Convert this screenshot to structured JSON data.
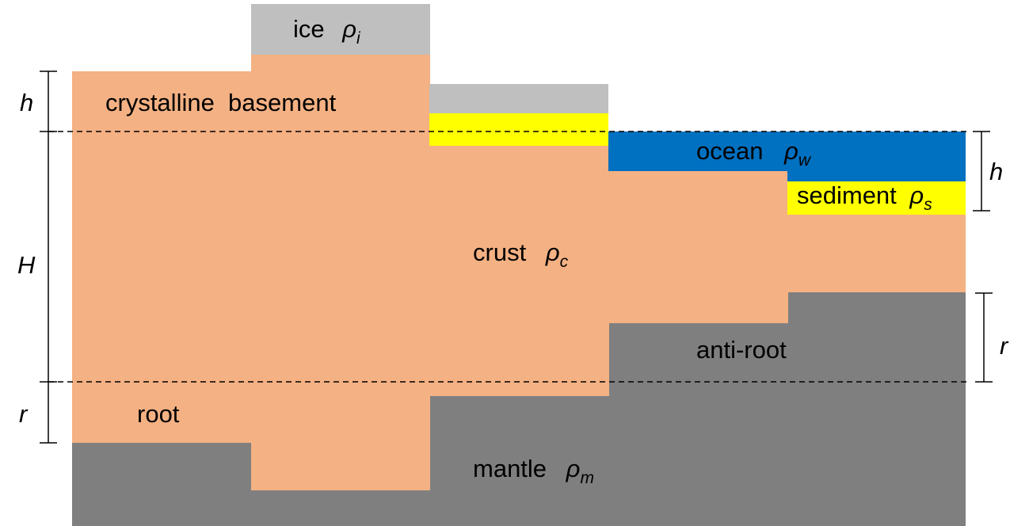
{
  "colors": {
    "crust": "#F4B183",
    "ice": "#BFBFBF",
    "sediment": "#FFFF00",
    "ocean": "#0070C0",
    "mantle": "#7F7F7F"
  },
  "labels": {
    "ice": {
      "text": "ice",
      "symbol": "ρ",
      "subscript": "i"
    },
    "crystalline_basement": "crystalline  basement",
    "ocean": {
      "text": "ocean",
      "symbol": "ρ",
      "subscript": "w"
    },
    "sediment": {
      "text": "sediment",
      "symbol": "ρ",
      "subscript": "s"
    },
    "crust": {
      "text": "crust",
      "symbol": "ρ",
      "subscript": "c"
    },
    "anti_root": "anti-root",
    "root": "root",
    "mantle": {
      "text": "mantle",
      "symbol": "ρ",
      "subscript": "m"
    }
  },
  "dimensions": {
    "left_h": "h",
    "left_H": "H",
    "left_r": "r",
    "right_h": "h",
    "right_r": "r"
  }
}
